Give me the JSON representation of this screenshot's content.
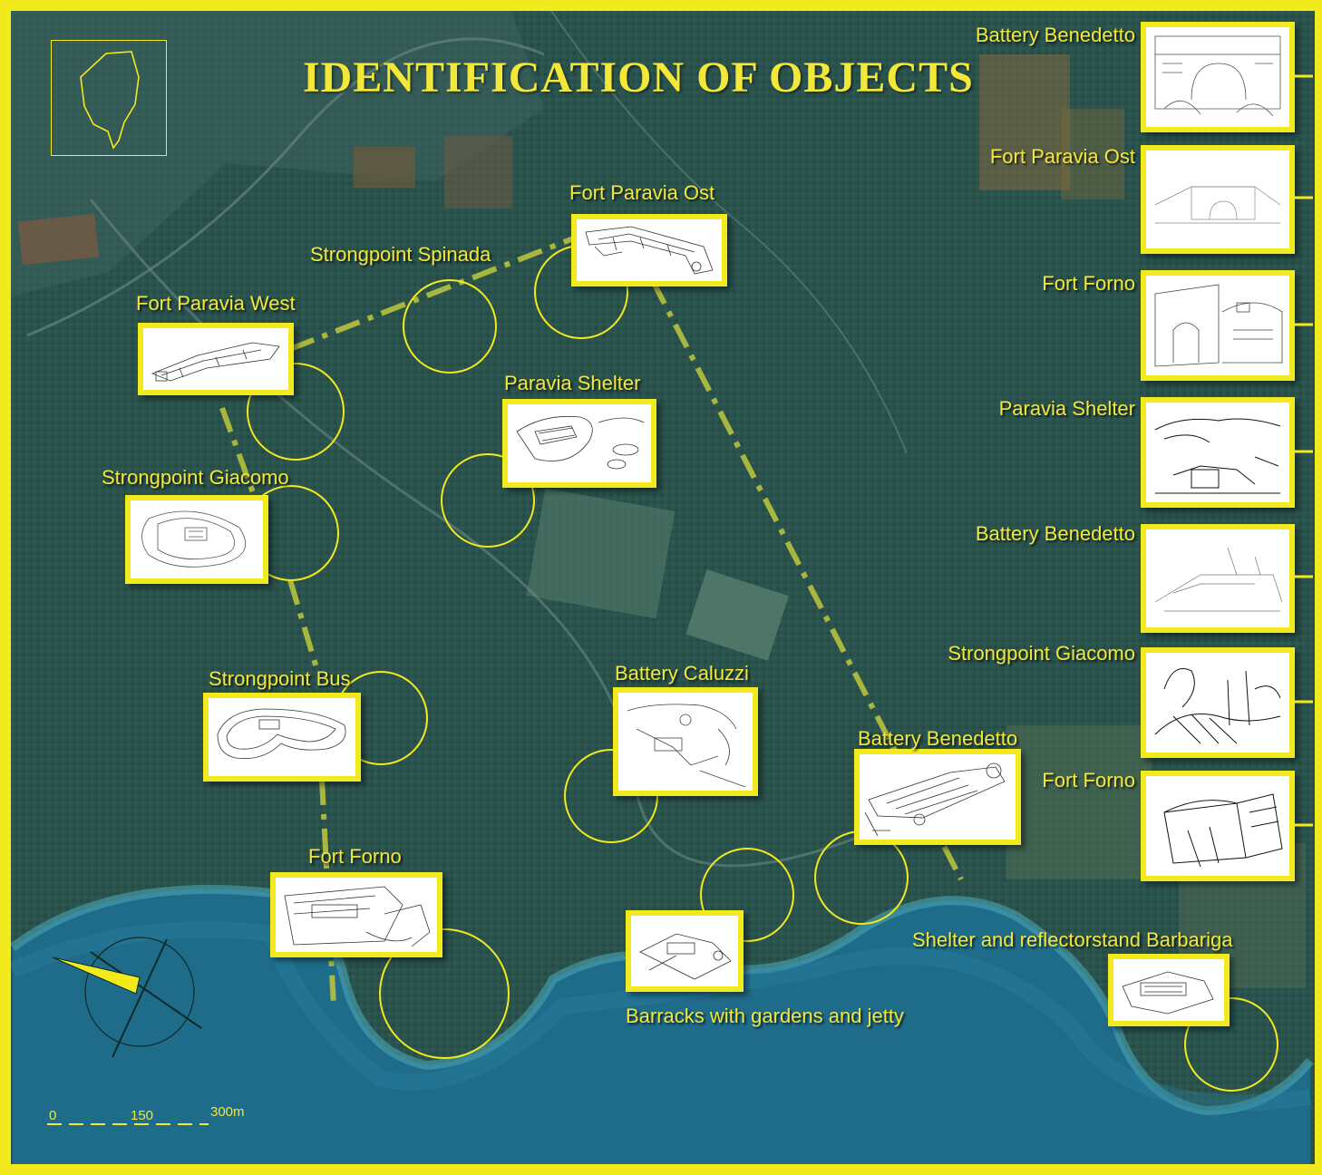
{
  "map": {
    "title": "IDENTIFICATION OF OBJECTS",
    "colors": {
      "accent": "#f2ea1d",
      "label": "#f3e738",
      "forest": "#274f4b",
      "sea": "#1f6b8a",
      "fields": "#4f6a55"
    }
  },
  "map_labels": {
    "fort_paravia_ost": "Fort Paravia Ost",
    "strongpoint_spinada": "Strongpoint Spinada",
    "fort_paravia_west": "Fort Paravia West",
    "paravia_shelter": "Paravia Shelter",
    "strongpoint_giacomo": "Strongpoint Giacomo",
    "strongpoint_bus": "Strongpoint Bus",
    "battery_caluzzi": "Battery Caluzzi",
    "battery_benedetto": "Battery Benedetto",
    "fort_forno": "Fort Forno",
    "barracks": "Barracks with gardens and jetty",
    "shelter_barbariga": "Shelter and reflectorstand Barbariga"
  },
  "sidebar": [
    "Battery Benedetto",
    "Fort Paravia Ost",
    "Fort Forno",
    "Paravia Shelter",
    "Battery Benedetto",
    "Strongpoint Giacomo",
    "Fort Forno"
  ],
  "scale_bar": {
    "start": "0",
    "mid": "150",
    "end": "300m"
  },
  "icons": {
    "compass": "north-arrow-icon",
    "inset": "locator-map-icon"
  }
}
